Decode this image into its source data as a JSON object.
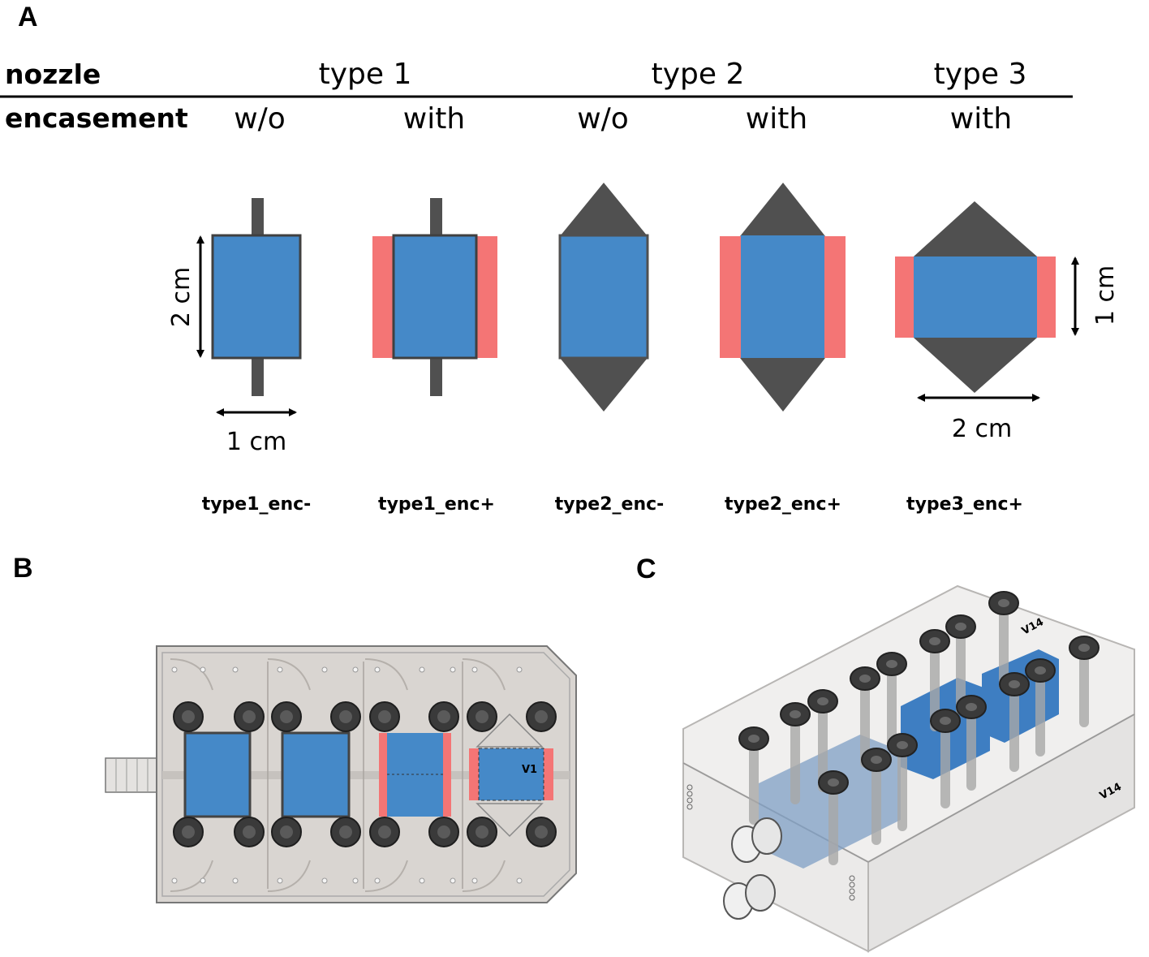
{
  "panels": {
    "a": "A",
    "b": "B",
    "c": "C"
  },
  "header": {
    "nozzle_label": "nozzle",
    "encasement_label": "encasement",
    "types": [
      "type 1",
      "type 2",
      "type 3"
    ],
    "encasements": [
      "w/o",
      "with",
      "w/o",
      "with",
      "with"
    ]
  },
  "dimensions": {
    "height_2cm": "2 cm",
    "width_1cm": "1 cm",
    "height_1cm": "1 cm",
    "width_2cm": "2 cm"
  },
  "captions": [
    "type1_enc-",
    "type1_enc+",
    "type2_enc-",
    "type2_enc+",
    "type3_enc+"
  ],
  "device_labels": {
    "top_view": "V1",
    "iso_top": "V14",
    "iso_side": "V14"
  },
  "colors": {
    "sample_blue": "#4589c8",
    "encasement_red": "#f47575",
    "nozzle_gray": "#505050",
    "device_body": "#d9d5d1",
    "screw_dark": "#3a3a3a"
  }
}
